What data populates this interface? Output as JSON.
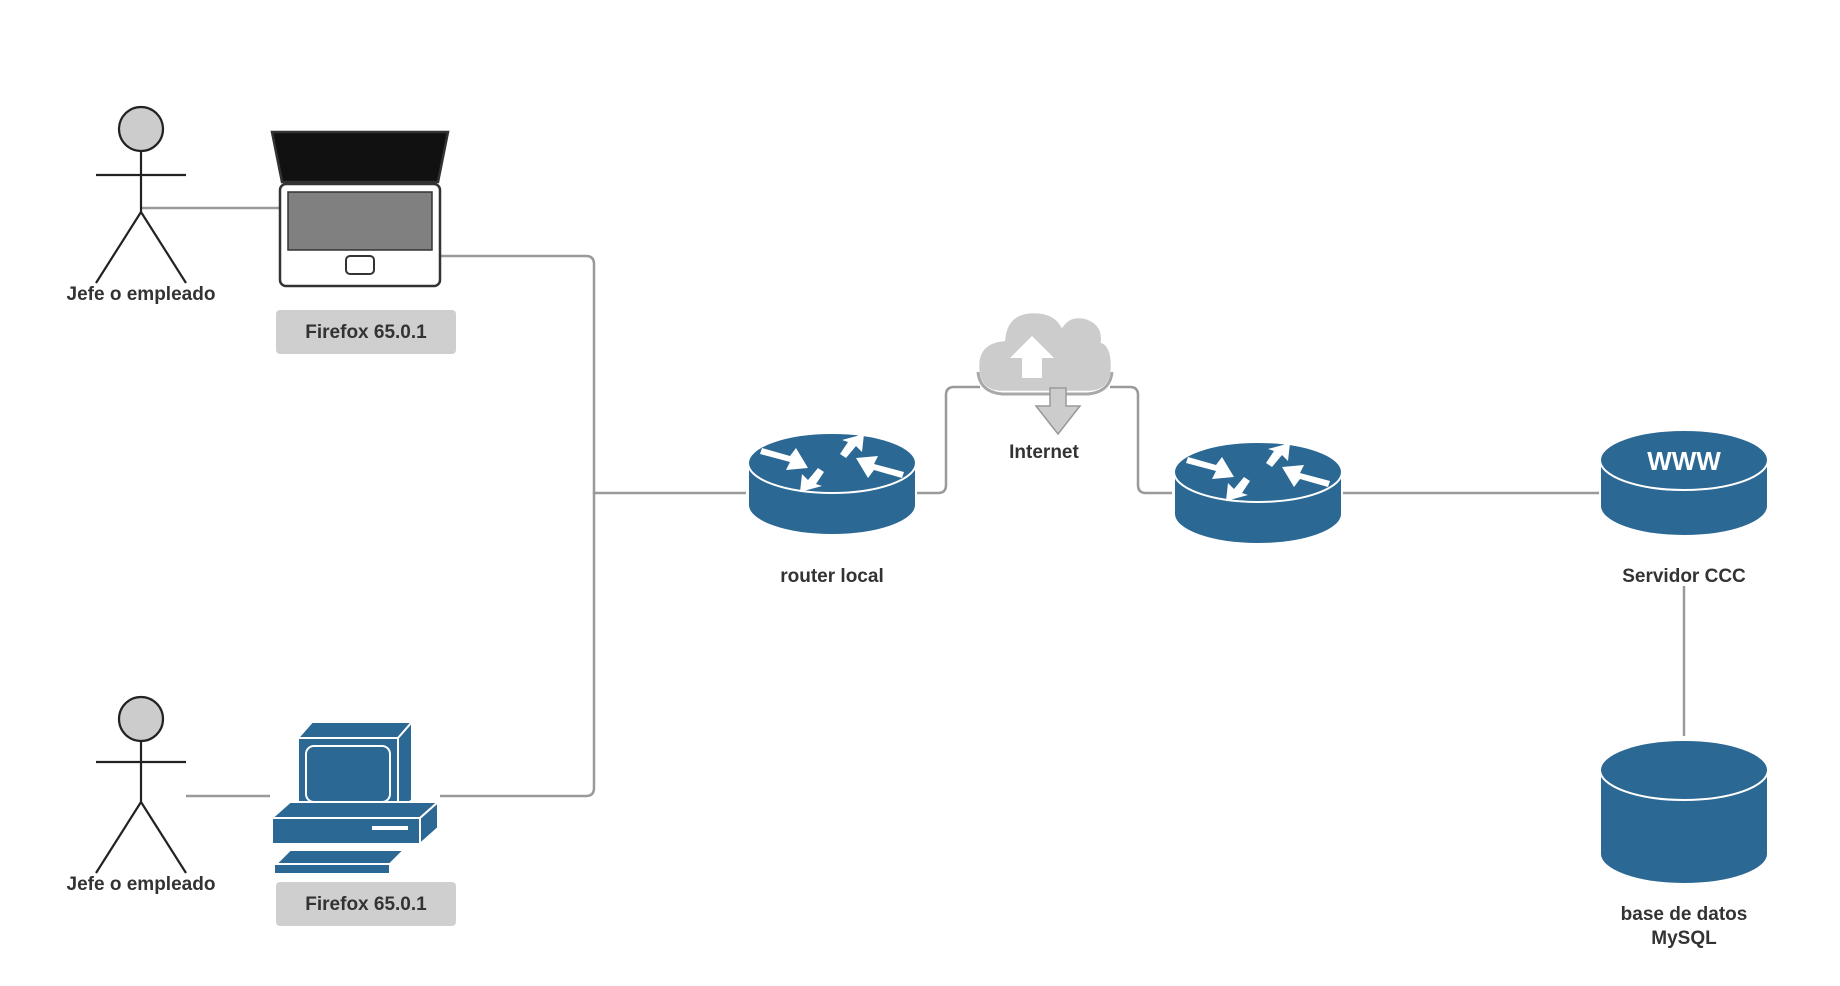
{
  "diagram": {
    "nodes": {
      "actor_top": {
        "label": "Jefe o empleado"
      },
      "actor_bottom": {
        "label": "Jefe o empleado"
      },
      "laptop": {
        "badge": "Firefox 65.0.1"
      },
      "desktop": {
        "badge": "Firefox 65.0.1"
      },
      "router_local": {
        "label": "router local"
      },
      "internet": {
        "label": "Internet"
      },
      "router_remote": {
        "label": ""
      },
      "web_server": {
        "label": "Servidor CCC",
        "text": "WWW"
      },
      "database": {
        "label_line1": "base de datos",
        "label_line2": "MySQL"
      }
    },
    "edges": [
      {
        "from": "actor_top",
        "to": "laptop"
      },
      {
        "from": "laptop",
        "to": "router_local"
      },
      {
        "from": "actor_bottom",
        "to": "desktop"
      },
      {
        "from": "desktop",
        "to": "router_local"
      },
      {
        "from": "router_local",
        "to": "internet"
      },
      {
        "from": "internet",
        "to": "router_remote"
      },
      {
        "from": "router_remote",
        "to": "web_server"
      },
      {
        "from": "web_server",
        "to": "database"
      }
    ],
    "colors": {
      "device_blue": "#2b6894",
      "line_gray": "#9a9a9a",
      "badge_gray": "#cfcfcf",
      "cloud_gray": "#cccccc",
      "actor_head": "#cccccc",
      "text": "#333333"
    }
  }
}
